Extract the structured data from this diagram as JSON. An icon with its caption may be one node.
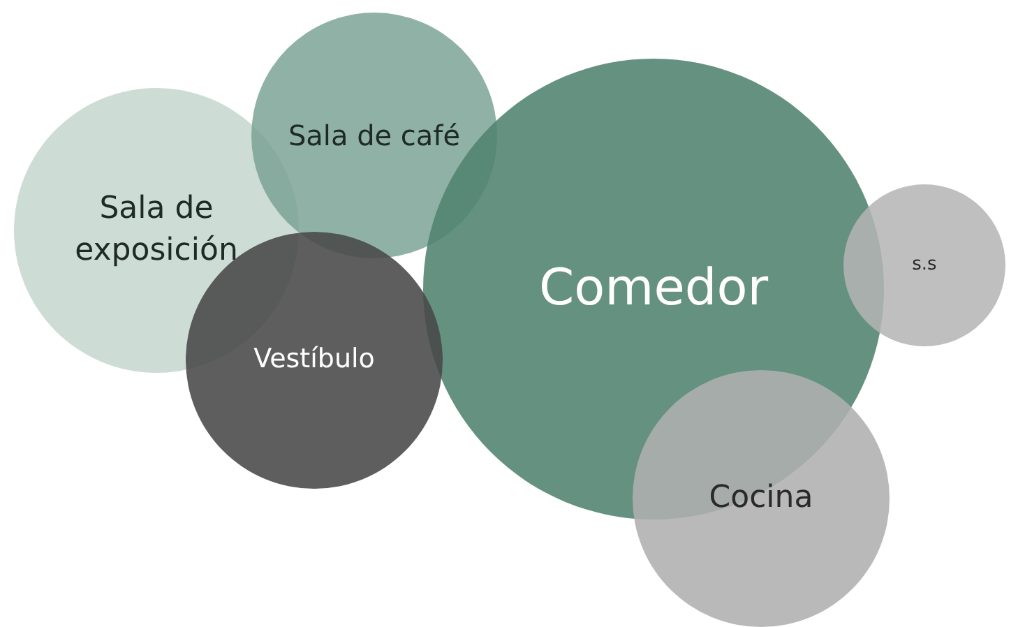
{
  "diagram": {
    "nodes": [
      {
        "text": [
          "Sala de café"
        ]
      },
      {
        "text": [
          "Sala de exposición"
        ]
      },
      {
        "text": [
          "Comedor"
        ]
      },
      {
        "text": [
          "s.s"
        ]
      },
      {
        "text": [
          "Vestíbulo"
        ]
      },
      {
        "text": [
          "Cocina"
        ]
      }
    ]
  }
}
